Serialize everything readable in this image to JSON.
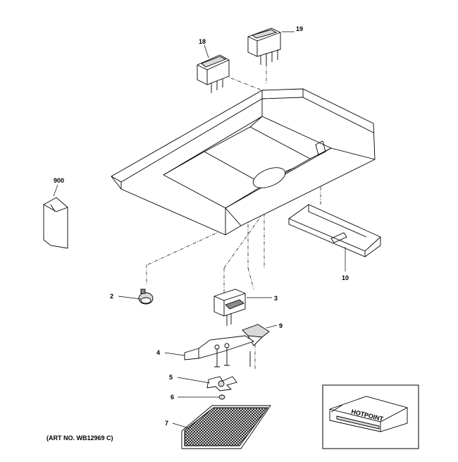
{
  "callouts": {
    "c19": "19",
    "c18": "18",
    "c900": "900",
    "c10": "10",
    "c2": "2",
    "c3": "3",
    "c9": "9",
    "c4": "4",
    "c5": "5",
    "c6": "6",
    "c7": "7"
  },
  "art_number": "(ART NO. WB12969 C)",
  "inset_label": "HOTPOINT"
}
